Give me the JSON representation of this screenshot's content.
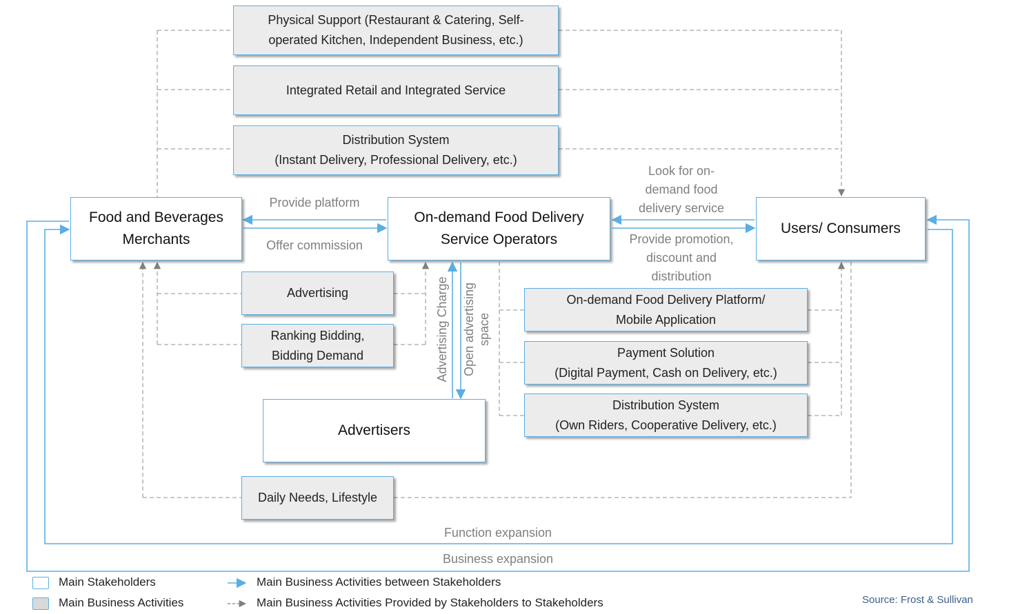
{
  "stakeholders": {
    "merchants": "Food and Beverages\nMerchants",
    "operators": "On-demand Food Delivery\nService Operators",
    "users": "Users/ Consumers",
    "advertisers": "Advertisers"
  },
  "activities": {
    "physical_support": "Physical Support (Restaurant & Catering, Self-\noperated Kitchen, Independent Business, etc.)",
    "integrated_retail": "Integrated Retail and Integrated Service",
    "distribution_top": "Distribution System\n(Instant Delivery, Professional Delivery, etc.)",
    "advertising": "Advertising",
    "ranking_bidding": "Ranking Bidding,\nBidding Demand",
    "platform_app": "On-demand Food Delivery Platform/\nMobile Application",
    "payment": "Payment Solution\n(Digital Payment, Cash on Delivery, etc.)",
    "distribution_bottom": "Distribution System\n(Own Riders, Cooperative Delivery, etc.)",
    "daily_needs": "Daily Needs, Lifestyle"
  },
  "flows": {
    "provide_platform": "Provide platform",
    "offer_commission": "Offer commission",
    "look_for_service": "Look for on-\ndemand food\ndelivery service",
    "provide_promotion": "Provide promotion,\ndiscount and\ndistribution",
    "advertising_charge": "Advertising Charge",
    "open_advertising_space": "Open advertising\nspace",
    "function_expansion": "Function expansion",
    "business_expansion": "Business expansion"
  },
  "legend": {
    "main_stakeholders": "Main Stakeholders",
    "main_business_activities": "Main Business Activities",
    "between_stakeholders": "Main Business Activities between Stakeholders",
    "provided_by": "Main Business Activities Provided by Stakeholders to Stakeholders"
  },
  "source": "Source: Frost & Sullivan",
  "colors": {
    "solid_arrow": "#5aaee3",
    "dashed_arrow": "#7f7f7f",
    "activity_fill": "#ececec",
    "box_border": "#5aaee3"
  }
}
